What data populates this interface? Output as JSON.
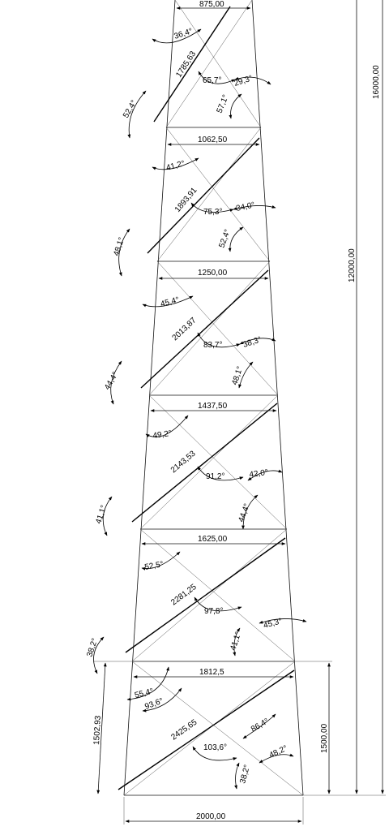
{
  "widths": [
    {
      "label": "875,00"
    },
    {
      "label": "1062,50"
    },
    {
      "label": "1250,00"
    },
    {
      "label": "1437,50"
    },
    {
      "label": "1625,00"
    },
    {
      "label": "1812,5"
    },
    {
      "label": "2000,00"
    }
  ],
  "diagonals": [
    {
      "label": "1785,63"
    },
    {
      "label": "1893,91"
    },
    {
      "label": "2013,87"
    },
    {
      "label": "2143,53"
    },
    {
      "label": "2281,25"
    },
    {
      "label": "2425,65"
    }
  ],
  "heights": {
    "total": "16000,00",
    "upper": "12000,00",
    "base_vertical": "1500,00",
    "base_slant": "1502,93"
  },
  "angles": [
    {
      "label": "36,4°"
    },
    {
      "label": "65,7°"
    },
    {
      "label": "29,3°"
    },
    {
      "label": "57,1°"
    },
    {
      "label": "52,4°"
    },
    {
      "label": "41,2°"
    },
    {
      "label": "75,3°"
    },
    {
      "label": "34,0°"
    },
    {
      "label": "52,4°"
    },
    {
      "label": "48,1°"
    },
    {
      "label": "45,4°"
    },
    {
      "label": "83,7°"
    },
    {
      "label": "38,3°"
    },
    {
      "label": "48,1°"
    },
    {
      "label": "44,4°"
    },
    {
      "label": "49,2°"
    },
    {
      "label": "91,2°"
    },
    {
      "label": "42,0°"
    },
    {
      "label": "44,4°"
    },
    {
      "label": "41,1°"
    },
    {
      "label": "52,5°"
    },
    {
      "label": "97,8°"
    },
    {
      "label": "45,3°"
    },
    {
      "label": "41,1°"
    },
    {
      "label": "38,2°"
    },
    {
      "label": "55,4°"
    },
    {
      "label": "93,6°"
    },
    {
      "label": "86,4°"
    },
    {
      "label": "103,6°"
    },
    {
      "label": "48,2°"
    },
    {
      "label": "38,2°"
    }
  ]
}
